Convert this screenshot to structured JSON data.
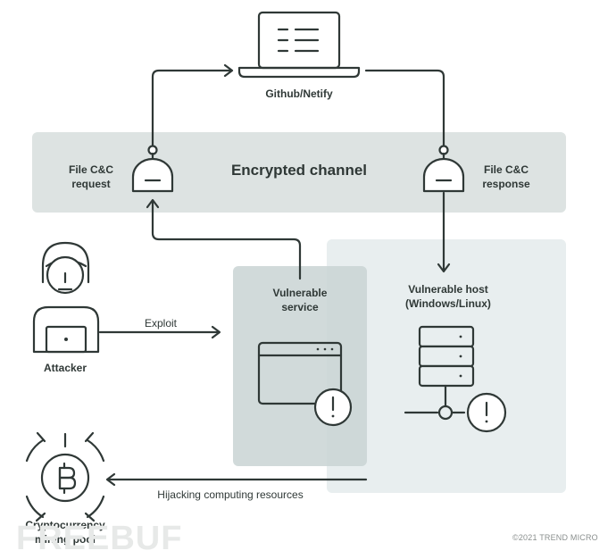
{
  "nodes": {
    "server": "Github/Netify",
    "channel": "Encrypted channel",
    "request": "File C&C\nrequest",
    "response": "File C&C\nresponse",
    "attacker": "Attacker",
    "service": "Vulnerable\nservice",
    "host": "Vulnerable host\n(Windows/Linux)",
    "pool": "Cryptocurrency\nmining pool"
  },
  "edges": {
    "exploit": "Exploit",
    "hijack": "Hijacking computing resources"
  },
  "footer": {
    "copyright": "©2021 TREND MICRO",
    "watermark": "FREEBUF"
  },
  "colors": {
    "line": "#2f3836",
    "channel_band": "#dde3e2",
    "host_zone": "#e8eeef",
    "service_zone": "#ccd6d5"
  }
}
